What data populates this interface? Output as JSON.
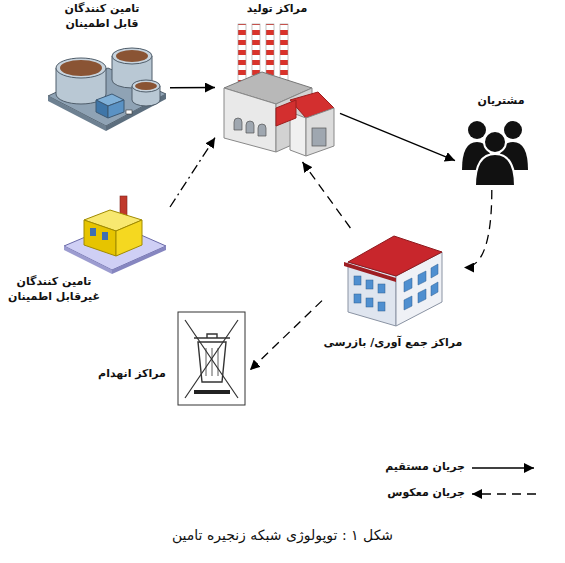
{
  "diagram": {
    "caption": "شکل ۱ : توپولوژی شبکه زنجیره تامین",
    "nodes": [
      {
        "text": [
          "تامین کنندگان قابل اطمینان"
        ]
      },
      {
        "text": [
          "مراکز تولید"
        ]
      },
      {
        "text": [
          "مشتریان"
        ]
      },
      {
        "text": [
          "تامین کنندگان غیرقابل اطمینان"
        ]
      },
      {
        "text": [
          "مراکز جمع آوری/ بازرسی"
        ]
      },
      {
        "text": [
          "مراکز انهدام"
        ]
      }
    ],
    "edges": [
      {
        "from": 0,
        "to": 1,
        "arrow": "to"
      },
      {
        "from": 3,
        "to": 1,
        "arrow": "to"
      },
      {
        "from": 1,
        "to": 2,
        "arrow": "to"
      },
      {
        "from": 2,
        "to": 4,
        "arrow": "to"
      },
      {
        "from": 4,
        "to": 1,
        "arrow": "to"
      },
      {
        "from": 4,
        "to": 5,
        "arrow": "to"
      }
    ],
    "legend": [
      {
        "text": "جریان مستقیم"
      },
      {
        "text": "جریان معکوس"
      }
    ]
  }
}
